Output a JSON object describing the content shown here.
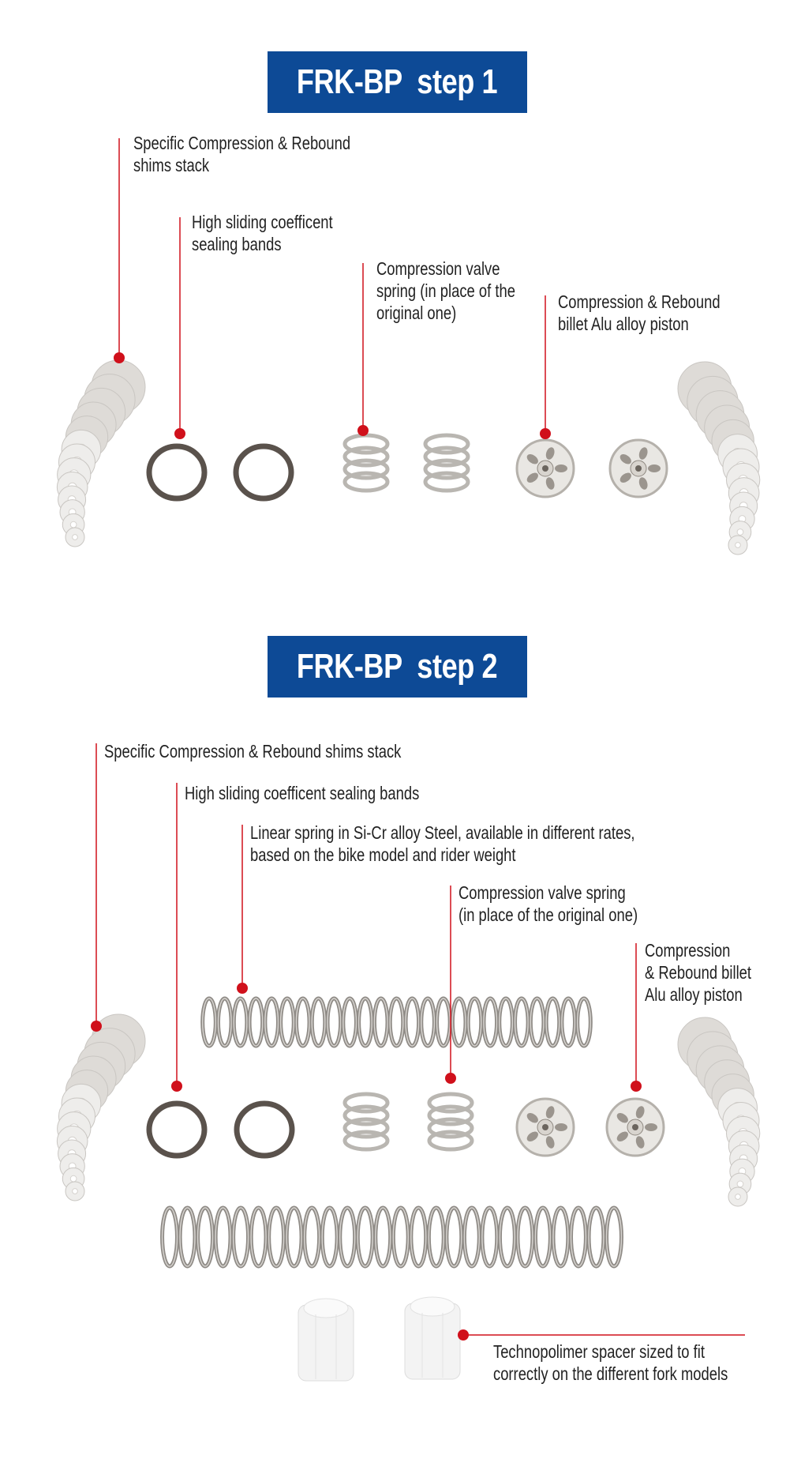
{
  "step1": {
    "title": "FRK-BP  step 1",
    "labels": [
      {
        "lines": [
          "Specific Compression & Rebound",
          "shims stack"
        ]
      },
      {
        "lines": [
          "High sliding coefficent",
          "sealing bands"
        ]
      },
      {
        "lines": [
          "Compression valve",
          "spring (in place of the",
          "original one)"
        ]
      },
      {
        "lines": [
          "Compression & Rebound",
          "billet Alu alloy piston"
        ]
      }
    ]
  },
  "step2": {
    "title": "FRK-BP  step 2",
    "labels": [
      {
        "lines": [
          "Specific Compression & Rebound shims stack"
        ]
      },
      {
        "lines": [
          "High sliding coefficent  sealing bands"
        ]
      },
      {
        "lines": [
          "Linear  spring in Si-Cr alloy Steel, available in different rates,",
          "based on the bike model and rider weight"
        ]
      },
      {
        "lines": [
          "Compression valve spring",
          "(in place of the original one)"
        ]
      },
      {
        "lines": [
          "Compression",
          "& Rebound billet",
          "Alu alloy piston"
        ]
      },
      {
        "lines": [
          "Technopolimer spacer sized to fit",
          "correctly on the different  fork models"
        ]
      }
    ]
  },
  "colors": {
    "banner": "#0d4a96",
    "leader": "#d0101b"
  }
}
